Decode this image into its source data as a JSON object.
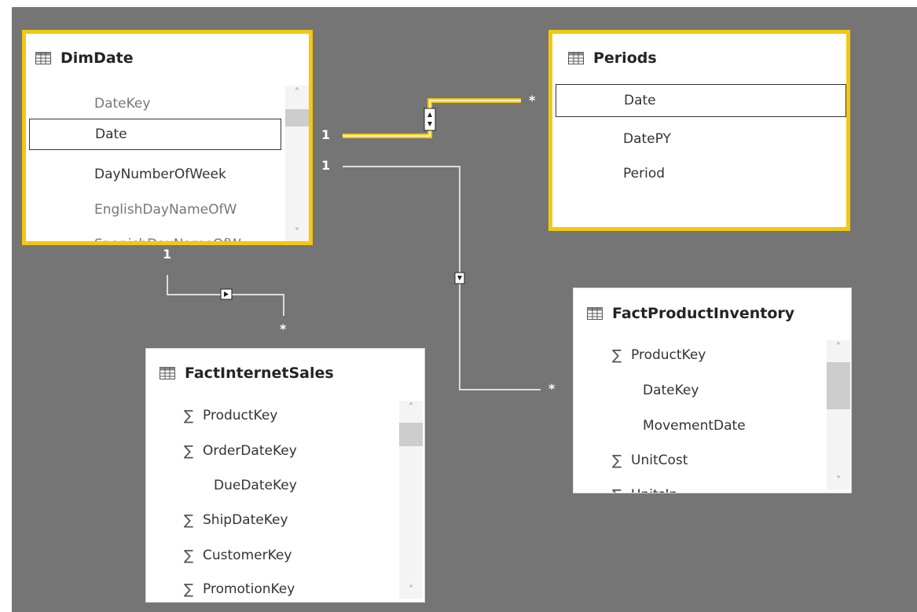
{
  "tables": {
    "dimdate": {
      "title": "DimDate",
      "fields": [
        {
          "name": "DateKey",
          "sigma": false,
          "dim": true
        },
        {
          "name": "Date",
          "sigma": false,
          "dim": false
        },
        {
          "name": "DayNumberOfWeek",
          "sigma": false,
          "dim": false
        },
        {
          "name": "EnglishDayNameOfW",
          "sigma": false,
          "dim": true
        },
        {
          "name": "SpanishDayNameOfW",
          "sigma": false,
          "dim": true
        }
      ]
    },
    "periods": {
      "title": "Periods",
      "fields": [
        {
          "name": "Date",
          "sigma": false
        },
        {
          "name": "DatePY",
          "sigma": false
        },
        {
          "name": "Period",
          "sigma": false
        }
      ]
    },
    "factproductinventory": {
      "title": "FactProductInventory",
      "fields": [
        {
          "name": "ProductKey",
          "sigma": true
        },
        {
          "name": "DateKey",
          "sigma": false
        },
        {
          "name": "MovementDate",
          "sigma": false
        },
        {
          "name": "UnitCost",
          "sigma": true
        },
        {
          "name": "UnitsIn",
          "sigma": true
        }
      ]
    },
    "factinternetsales": {
      "title": "FactInternetSales",
      "fields": [
        {
          "name": "ProductKey",
          "sigma": true
        },
        {
          "name": "OrderDateKey",
          "sigma": true
        },
        {
          "name": "DueDateKey",
          "sigma": false
        },
        {
          "name": "ShipDateKey",
          "sigma": true
        },
        {
          "name": "CustomerKey",
          "sigma": true
        },
        {
          "name": "PromotionKey",
          "sigma": true
        }
      ]
    }
  },
  "relationships": {
    "dimdate_periods": {
      "from": "1",
      "to": "*"
    },
    "dimdate_inventory": {
      "from": "1",
      "to": "*"
    },
    "dimdate_sales": {
      "from": "1",
      "to": "*"
    }
  },
  "icons": {
    "table": "table-icon",
    "sigma": "∑",
    "scroll_up": "˄",
    "scroll_down": "˅"
  },
  "colors": {
    "canvas": "#757575",
    "selection": "#f2c811",
    "relationship_line": "#ffffff",
    "active_relationship": "#f2c811"
  }
}
